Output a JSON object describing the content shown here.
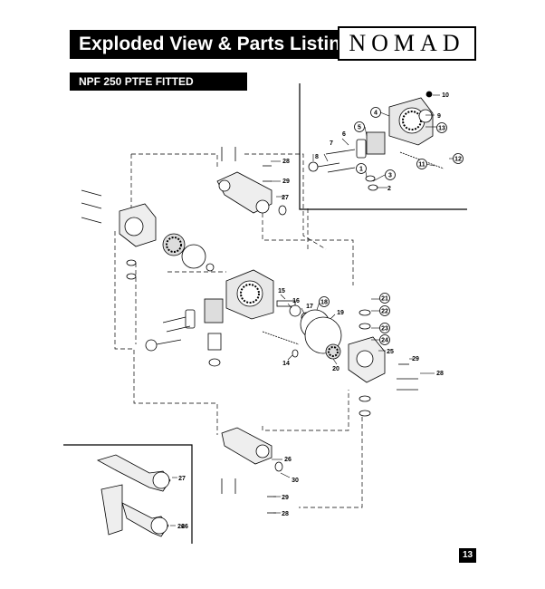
{
  "header": {
    "title": "Exploded View & Parts Listing",
    "logo_text": "NOMAD"
  },
  "subheader": {
    "model": "NPF 250 PTFE FITTED"
  },
  "callouts": {
    "c1": "1",
    "c2": "2",
    "c3": "3",
    "c4": "4",
    "c5": "5",
    "c6": "6",
    "c7": "7",
    "c8": "8",
    "c9": "9",
    "c10": "10",
    "c11": "11",
    "c12": "12",
    "c13": "13",
    "c14": "14",
    "c15": "15",
    "c16": "16",
    "c17": "17",
    "c18": "18",
    "c19": "19",
    "c20": "20",
    "c21": "21",
    "c22": "22",
    "c23": "23",
    "c24": "24",
    "c25": "25",
    "c26a": "26",
    "c26b": "26",
    "c26c": "26",
    "c27a": "27",
    "c27b": "27",
    "c28a": "28",
    "c28b": "28",
    "c28c": "28",
    "c29a": "29",
    "c29b": "29",
    "c29c": "29",
    "c30": "30"
  },
  "footer": {
    "page_number": "13"
  }
}
